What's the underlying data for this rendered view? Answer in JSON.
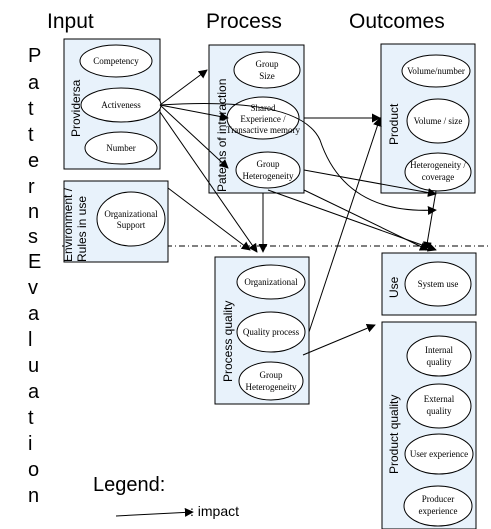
{
  "headers": {
    "input": "Input",
    "process": "Process",
    "outcomes": "Outcomes"
  },
  "side_patterns": [
    "P",
    "a",
    "t",
    "t",
    "e",
    "r",
    "n",
    "s"
  ],
  "side_evaluation": [
    "E",
    "v",
    "a",
    "l",
    "u",
    "a",
    "t",
    "i",
    "o",
    "n"
  ],
  "boxes": {
    "providers": {
      "label": "Providersa",
      "items": [
        "Competency",
        "Activeness",
        "Number"
      ]
    },
    "environment": {
      "label_line1": "Environment /",
      "label_line2": "Rules in use",
      "items": [
        [
          "Organizational",
          "Support"
        ]
      ]
    },
    "interaction": {
      "label": "Paterns of interaction",
      "items": [
        [
          "Group",
          "Size"
        ],
        [
          "Shared",
          "Experience /",
          "Transactive memory"
        ],
        [
          "Group",
          "Heterogeneity"
        ]
      ]
    },
    "process_quality": {
      "label": "Process quality",
      "items": [
        [
          "Organizational"
        ],
        [
          "Quality process"
        ],
        [
          "Group",
          "Heterogeneity"
        ]
      ]
    },
    "product": {
      "label": "Product",
      "items": [
        [
          "Volume/number"
        ],
        [
          "Volume / size"
        ],
        [
          "Heterogeneity /",
          "coverage"
        ]
      ]
    },
    "use": {
      "label": "Use",
      "items": [
        [
          "System use"
        ]
      ]
    },
    "product_quality": {
      "label": "Product quality",
      "items": [
        [
          "Internal",
          "quality"
        ],
        [
          "External",
          "quality"
        ],
        [
          "User experience"
        ],
        [
          "Producer",
          "experience"
        ]
      ]
    }
  },
  "legend": {
    "title": "Legend:",
    "impact": ": impact"
  }
}
